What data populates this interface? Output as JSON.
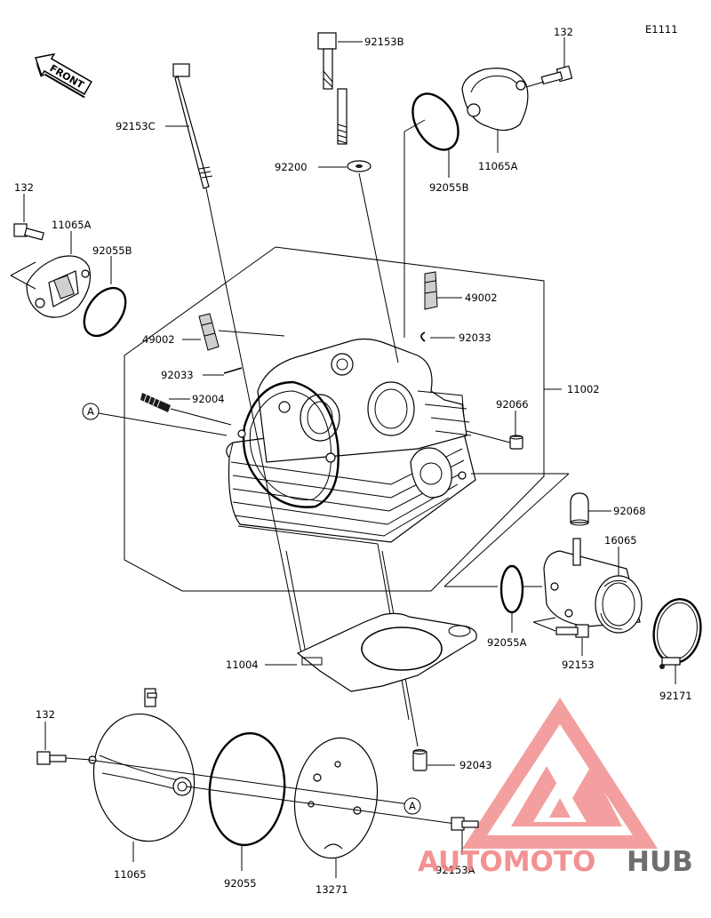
{
  "diagram": {
    "ref_code": "E1111",
    "front_label": "FRONT",
    "ref_mark": "A",
    "parts": {
      "bolt_132_top_right": "132",
      "bolt_92153B": "92153B",
      "bolt_92153C": "92153C",
      "washer_92200": "92200",
      "oring_92055B_top": "92055B",
      "cap_11065A_top": "11065A",
      "bolt_132_left": "132",
      "cap_11065A_left": "11065A",
      "oring_92055B_left": "92055B",
      "tappet_49002_right": "49002",
      "clip_92033_right": "92033",
      "tappet_49002_left": "49002",
      "clip_92033_left": "92033",
      "stud_92004": "92004",
      "head_assy_11002": "11002",
      "pin_92066": "92066",
      "cap_92068": "92068",
      "holder_16065": "16065",
      "oring_92055A": "92055A",
      "bolt_92153": "92153",
      "clamp_92171": "92171",
      "gasket_11004": "11004",
      "pin_92043": "92043",
      "bolt_132_bottom": "132",
      "cover_11065": "11065",
      "oring_92055": "92055",
      "plate_13271": "13271",
      "bolt_92153A": "92153A"
    },
    "watermark": {
      "part1": "AUTOMOTO",
      "part2": "HUB",
      "color_auto": "#f08080",
      "color_hub": "#555555"
    }
  }
}
